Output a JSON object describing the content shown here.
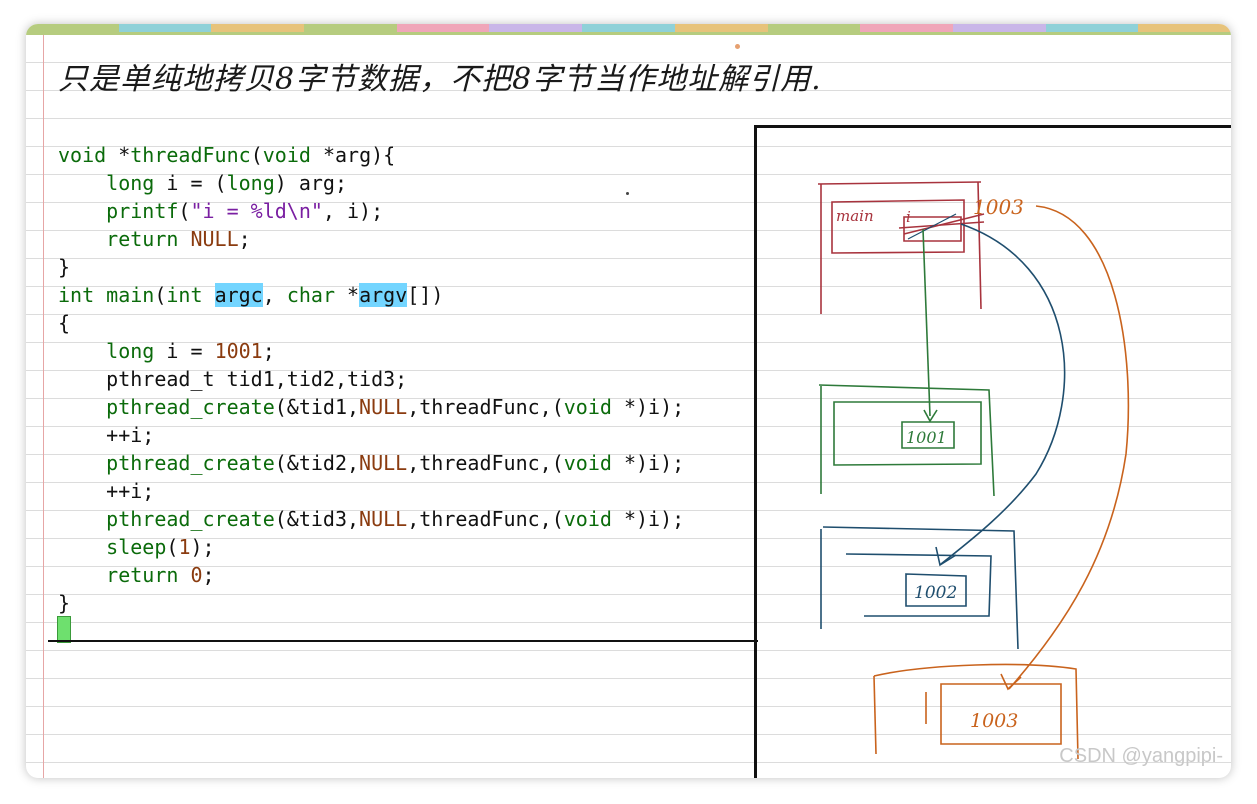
{
  "heading": "只是单纯地拷贝8字节数据，不把8字节当作地址解引用.",
  "code": [
    [
      {
        "t": "void",
        "c": "type"
      },
      {
        "t": " *"
      },
      {
        "t": "threadFunc",
        "c": "fn"
      },
      {
        "t": "("
      },
      {
        "t": "void",
        "c": "type"
      },
      {
        "t": " *arg){"
      }
    ],
    [
      {
        "t": "    "
      },
      {
        "t": "long",
        "c": "type"
      },
      {
        "t": " i = ("
      },
      {
        "t": "long",
        "c": "type"
      },
      {
        "t": ") arg;"
      }
    ],
    [
      {
        "t": "    "
      },
      {
        "t": "printf",
        "c": "fn"
      },
      {
        "t": "("
      },
      {
        "t": "\"i = %ld\\n\"",
        "c": "str"
      },
      {
        "t": ", i);"
      }
    ],
    [
      {
        "t": "    "
      },
      {
        "t": "return",
        "c": "kw"
      },
      {
        "t": " "
      },
      {
        "t": "NULL",
        "c": "nul"
      },
      {
        "t": ";"
      }
    ],
    [
      {
        "t": "}"
      }
    ],
    [
      {
        "t": "int",
        "c": "type"
      },
      {
        "t": " "
      },
      {
        "t": "main",
        "c": "fn"
      },
      {
        "t": "("
      },
      {
        "t": "int",
        "c": "type"
      },
      {
        "t": " "
      },
      {
        "t": "argc",
        "c": "hl"
      },
      {
        "t": ", "
      },
      {
        "t": "char",
        "c": "type"
      },
      {
        "t": " *"
      },
      {
        "t": "argv",
        "c": "hl"
      },
      {
        "t": "[])"
      }
    ],
    [
      {
        "t": "{"
      }
    ],
    [
      {
        "t": "    "
      },
      {
        "t": "long",
        "c": "type"
      },
      {
        "t": " i = "
      },
      {
        "t": "1001",
        "c": "num"
      },
      {
        "t": ";"
      }
    ],
    [
      {
        "t": "    pthread_t tid1,tid2,tid3;"
      }
    ],
    [
      {
        "t": "    "
      },
      {
        "t": "pthread_create",
        "c": "fn"
      },
      {
        "t": "(&tid1,"
      },
      {
        "t": "NULL",
        "c": "nul"
      },
      {
        "t": ",threadFunc,("
      },
      {
        "t": "void",
        "c": "type"
      },
      {
        "t": " *)i);"
      }
    ],
    [
      {
        "t": "    ++i;"
      }
    ],
    [
      {
        "t": "    "
      },
      {
        "t": "pthread_create",
        "c": "fn"
      },
      {
        "t": "(&tid2,"
      },
      {
        "t": "NULL",
        "c": "nul"
      },
      {
        "t": ",threadFunc,("
      },
      {
        "t": "void",
        "c": "type"
      },
      {
        "t": " *)i);"
      }
    ],
    [
      {
        "t": "    ++i;"
      }
    ],
    [
      {
        "t": "    "
      },
      {
        "t": "pthread_create",
        "c": "fn"
      },
      {
        "t": "(&tid3,"
      },
      {
        "t": "NULL",
        "c": "nul"
      },
      {
        "t": ",threadFunc,("
      },
      {
        "t": "void",
        "c": "type"
      },
      {
        "t": " *)i);"
      }
    ],
    [
      {
        "t": "    "
      },
      {
        "t": "sleep",
        "c": "fn"
      },
      {
        "t": "("
      },
      {
        "t": "1",
        "c": "num"
      },
      {
        "t": ");"
      }
    ],
    [
      {
        "t": "    "
      },
      {
        "t": "return",
        "c": "kw"
      },
      {
        "t": " "
      },
      {
        "t": "0",
        "c": "num"
      },
      {
        "t": ";"
      }
    ],
    [
      {
        "t": "}"
      }
    ]
  ],
  "diagram": {
    "main_label": "main",
    "i_label": "i",
    "v_main": "1003",
    "v_thread1": "1001",
    "v_thread2": "1002",
    "v_thread3": "1003",
    "colors": {
      "main": "#a8333d",
      "thread1": "#2e7a3a",
      "thread2": "#1f4e6e",
      "thread3": "#c9631d"
    }
  },
  "tab_colors": [
    "#b6cc7f",
    "#8fd1d8",
    "#e7c37b",
    "#b6cc7f",
    "#f0a6b9",
    "#c9b6e8",
    "#8fd1d8",
    "#e7c37b",
    "#b6cc7f",
    "#f0a6b9",
    "#c9b6e8",
    "#8fd1d8",
    "#e7c37b"
  ],
  "watermark": "CSDN @yangpipi-"
}
